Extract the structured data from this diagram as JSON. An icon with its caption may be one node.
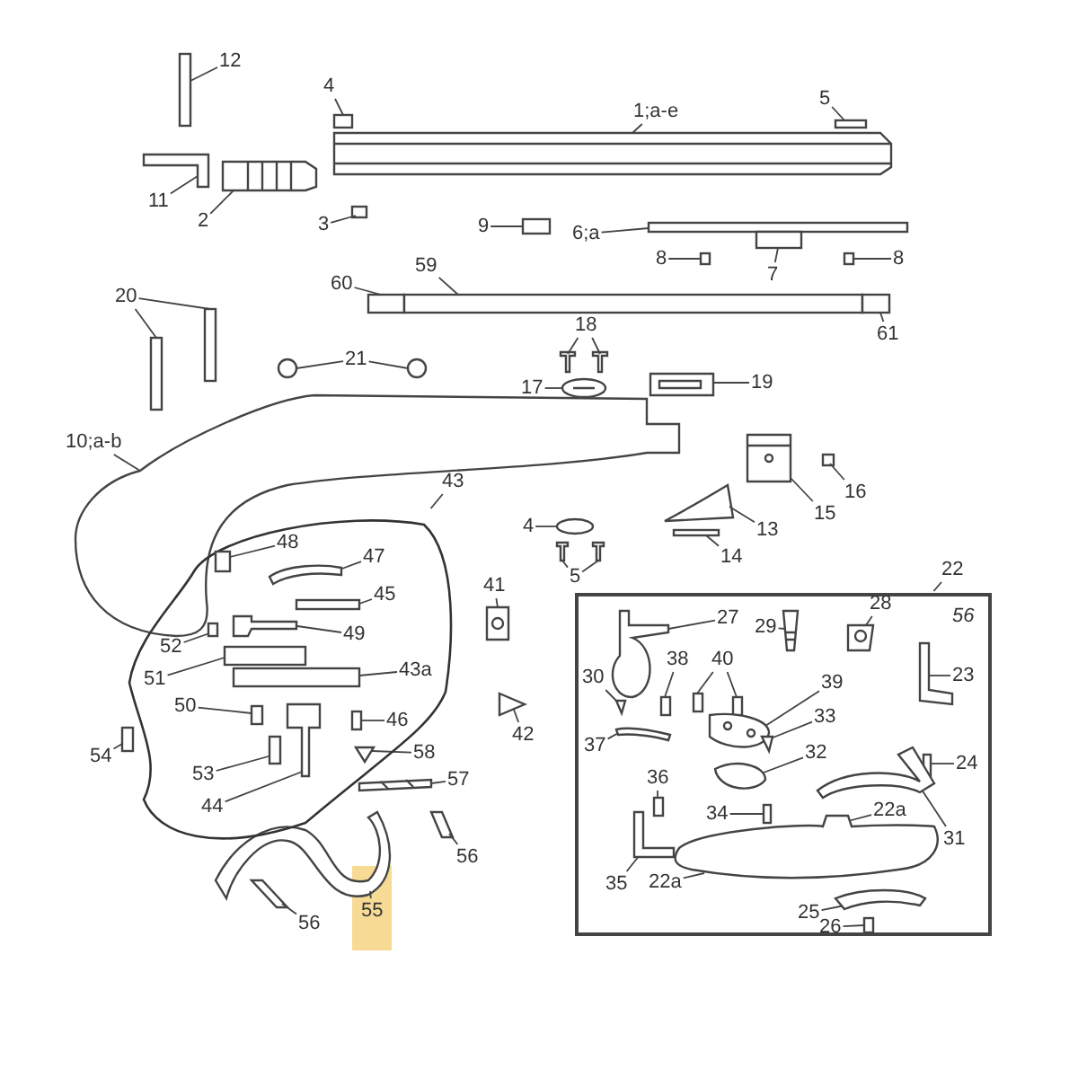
{
  "diagram": {
    "nodes": [
      {
        "text": [
          "12"
        ]
      },
      {
        "text": [
          "4"
        ]
      },
      {
        "text": [
          "1;a-e"
        ]
      },
      {
        "text": [
          "5"
        ]
      },
      {
        "text": [
          "11"
        ]
      },
      {
        "text": [
          "2"
        ]
      },
      {
        "text": [
          "3"
        ]
      },
      {
        "text": [
          "9"
        ]
      },
      {
        "text": [
          "6;a"
        ]
      },
      {
        "text": [
          "8"
        ]
      },
      {
        "text": [
          "7"
        ]
      },
      {
        "text": [
          "8"
        ]
      },
      {
        "text": [
          "60"
        ]
      },
      {
        "text": [
          "59"
        ]
      },
      {
        "text": [
          "61"
        ]
      },
      {
        "text": [
          "20"
        ]
      },
      {
        "text": [
          "21"
        ]
      },
      {
        "text": [
          "18"
        ]
      },
      {
        "text": [
          "17"
        ]
      },
      {
        "text": [
          "19"
        ]
      },
      {
        "text": [
          "10;a-b"
        ]
      },
      {
        "text": [
          "16"
        ]
      },
      {
        "text": [
          "15"
        ]
      },
      {
        "text": [
          "13"
        ]
      },
      {
        "text": [
          "14"
        ]
      },
      {
        "text": [
          "4"
        ]
      },
      {
        "text": [
          "5"
        ]
      },
      {
        "text": [
          "43"
        ]
      },
      {
        "text": [],
        "shape": "blob"
      },
      {
        "text": [
          "48"
        ],
        "in": 28
      },
      {
        "text": [
          "47"
        ],
        "in": 28
      },
      {
        "text": [
          "45"
        ],
        "in": 28
      },
      {
        "text": [
          "49"
        ],
        "in": 28
      },
      {
        "text": [
          "52"
        ],
        "in": 28
      },
      {
        "text": [
          "51"
        ],
        "in": 28
      },
      {
        "text": [
          "43a"
        ],
        "in": 28
      },
      {
        "text": [
          "50"
        ],
        "in": 28
      },
      {
        "text": [
          "46"
        ],
        "in": 28
      },
      {
        "text": [
          "53"
        ],
        "in": 28
      },
      {
        "text": [
          "44"
        ],
        "in": 28
      },
      {
        "text": [
          "41"
        ]
      },
      {
        "text": [
          "42"
        ]
      },
      {
        "text": [
          "54"
        ]
      },
      {
        "text": [
          "58"
        ]
      },
      {
        "text": [
          "57"
        ]
      },
      {
        "text": [
          "56"
        ]
      },
      {
        "text": [
          "55"
        ]
      },
      {
        "text": [
          "56"
        ]
      },
      {
        "text": [
          "22"
        ]
      },
      {
        "text": [],
        "shape": "box"
      },
      {
        "text": [
          "27"
        ],
        "in": 49
      },
      {
        "text": [
          "29"
        ],
        "in": 49
      },
      {
        "text": [
          "28"
        ],
        "in": 49
      },
      {
        "text": [
          "30"
        ],
        "in": 49
      },
      {
        "text": [
          "38"
        ],
        "in": 49
      },
      {
        "text": [
          "40"
        ],
        "in": 49
      },
      {
        "text": [
          "39"
        ],
        "in": 49
      },
      {
        "text": [
          "23"
        ],
        "in": 49
      },
      {
        "text": [
          "37"
        ],
        "in": 49
      },
      {
        "text": [
          "33"
        ],
        "in": 49
      },
      {
        "text": [
          "32"
        ],
        "in": 49
      },
      {
        "text": [
          "24"
        ],
        "in": 49
      },
      {
        "text": [
          "36"
        ],
        "in": 49
      },
      {
        "text": [
          "34"
        ],
        "in": 49
      },
      {
        "text": [
          "22a"
        ],
        "in": 49
      },
      {
        "text": [
          "31"
        ],
        "in": 49
      },
      {
        "text": [
          "35"
        ],
        "in": 49
      },
      {
        "text": [
          "22a"
        ],
        "in": 49
      },
      {
        "text": [
          "25"
        ],
        "in": 49
      },
      {
        "text": [
          "26"
        ],
        "in": 49
      },
      {
        "text": [],
        "shape": "box"
      },
      {
        "text": [],
        "shape": "box"
      },
      {
        "text": [],
        "shape": "picture"
      },
      {
        "text": [],
        "shape": "box"
      },
      {
        "text": [],
        "shape": "picture"
      },
      {
        "text": [],
        "shape": "picture"
      },
      {
        "text": [],
        "shape": "box"
      },
      {
        "text": [],
        "shape": "box"
      },
      {
        "text": [],
        "shape": "box"
      },
      {
        "text": [],
        "shape": "box"
      },
      {
        "text": [],
        "shape": "box"
      },
      {
        "text": [],
        "shape": "box"
      },
      {
        "text": [],
        "shape": "box"
      },
      {
        "text": [],
        "shape": "box"
      },
      {
        "text": [],
        "shape": "box"
      },
      {
        "text": [],
        "shape": "box"
      },
      {
        "text": [],
        "shape": "box"
      },
      {
        "text": [],
        "shape": "circle"
      },
      {
        "text": [],
        "shape": "circle"
      },
      {
        "text": [],
        "shape": "picture"
      },
      {
        "text": [],
        "shape": "picture"
      },
      {
        "text": [],
        "shape": "picture"
      },
      {
        "text": [],
        "shape": "picture"
      },
      {
        "text": [],
        "shape": "picture"
      },
      {
        "text": [],
        "shape": "box"
      },
      {
        "text": [],
        "shape": "picture"
      },
      {
        "text": [],
        "shape": "picture"
      },
      {
        "text": [],
        "shape": "box"
      },
      {
        "text": [],
        "shape": "picture"
      },
      {
        "text": [],
        "shape": "picture"
      },
      {
        "text": [],
        "shape": "picture"
      },
      {
        "text": [],
        "shape": "box",
        "in": 28
      },
      {
        "text": [],
        "shape": "picture",
        "in": 28
      },
      {
        "text": [],
        "shape": "box",
        "in": 28
      },
      {
        "text": [],
        "shape": "picture",
        "in": 28
      },
      {
        "text": [],
        "shape": "box",
        "in": 28
      },
      {
        "text": [],
        "shape": "box",
        "in": 28
      },
      {
        "text": [],
        "shape": "box",
        "in": 28
      },
      {
        "text": [],
        "shape": "box",
        "in": 28
      },
      {
        "text": [],
        "shape": "box",
        "in": 28
      },
      {
        "text": [],
        "shape": "box",
        "in": 28
      },
      {
        "text": [],
        "shape": "picture",
        "in": 28
      },
      {
        "text": [],
        "shape": "picture"
      },
      {
        "text": [],
        "shape": "picture"
      },
      {
        "text": [],
        "shape": "box"
      },
      {
        "text": [],
        "shape": "picture",
        "in": 28
      },
      {
        "text": [],
        "shape": "picture"
      },
      {
        "text": [],
        "shape": "picture"
      },
      {
        "text": [],
        "shape": "picture"
      },
      {
        "text": [],
        "shape": "picture"
      },
      {
        "text": [],
        "shape": "picture",
        "in": 49
      },
      {
        "text": [],
        "shape": "picture",
        "in": 49
      },
      {
        "text": [],
        "shape": "picture",
        "in": 49
      },
      {
        "text": [],
        "shape": "picture",
        "in": 49
      },
      {
        "text": [],
        "shape": "box",
        "in": 49
      },
      {
        "text": [],
        "shape": "box",
        "in": 49
      },
      {
        "text": [],
        "shape": "box",
        "in": 49
      },
      {
        "text": [],
        "shape": "picture",
        "in": 49
      },
      {
        "text": [],
        "shape": "picture",
        "in": 49
      },
      {
        "text": [],
        "shape": "picture",
        "in": 49
      },
      {
        "text": [],
        "shape": "picture",
        "in": 49
      },
      {
        "text": [],
        "shape": "picture",
        "in": 49
      },
      {
        "text": [],
        "shape": "box",
        "in": 49
      },
      {
        "text": [],
        "shape": "box",
        "in": 49
      },
      {
        "text": [],
        "shape": "box",
        "in": 49
      },
      {
        "text": [],
        "shape": "picture",
        "in": 49
      },
      {
        "text": [],
        "shape": "picture",
        "in": 49
      },
      {
        "text": [],
        "shape": "picture",
        "in": 49
      },
      {
        "text": [],
        "shape": "picture",
        "in": 49
      },
      {
        "text": [],
        "shape": "box",
        "in": 49
      }
    ],
    "edges": [
      {
        "from": 0,
        "to": 70,
        "arrow": "none"
      },
      {
        "from": 1,
        "to": 71,
        "arrow": "none"
      },
      {
        "from": 2,
        "to": 72,
        "arrow": "none"
      },
      {
        "from": 3,
        "to": 73,
        "arrow": "none"
      },
      {
        "from": 4,
        "to": 74,
        "arrow": "none"
      },
      {
        "from": 5,
        "to": 75,
        "arrow": "none"
      },
      {
        "from": 6,
        "to": 76,
        "arrow": "none"
      },
      {
        "from": 7,
        "to": 77,
        "arrow": "none"
      },
      {
        "from": 8,
        "to": 78,
        "arrow": "none"
      },
      {
        "from": 9,
        "to": 79,
        "arrow": "none"
      },
      {
        "from": 10,
        "to": 80,
        "arrow": "none"
      },
      {
        "from": 11,
        "to": 81,
        "arrow": "none"
      },
      {
        "from": 12,
        "to": 82,
        "arrow": "none"
      },
      {
        "from": 13,
        "to": 83,
        "arrow": "none"
      },
      {
        "from": 14,
        "to": 84,
        "arrow": "none"
      },
      {
        "from": 15,
        "to": 85,
        "arrow": "none"
      },
      {
        "from": 15,
        "to": 86,
        "arrow": "none"
      },
      {
        "from": 16,
        "to": 87,
        "arrow": "none"
      },
      {
        "from": 16,
        "to": 88,
        "arrow": "none"
      },
      {
        "from": 17,
        "to": 89,
        "arrow": "none"
      },
      {
        "from": 17,
        "to": 90,
        "arrow": "none"
      },
      {
        "from": 18,
        "to": 91,
        "arrow": "none"
      },
      {
        "from": 19,
        "to": 92,
        "arrow": "none"
      },
      {
        "from": 20,
        "to": 93,
        "arrow": "none"
      },
      {
        "from": 21,
        "to": 94,
        "arrow": "none"
      },
      {
        "from": 22,
        "to": 95,
        "arrow": "none"
      },
      {
        "from": 23,
        "to": 96,
        "arrow": "none"
      },
      {
        "from": 24,
        "to": 97,
        "arrow": "none"
      },
      {
        "from": 25,
        "to": 98,
        "arrow": "none"
      },
      {
        "from": 26,
        "to": 99,
        "arrow": "none"
      },
      {
        "from": 26,
        "to": 100,
        "arrow": "none"
      },
      {
        "from": 27,
        "to": 28,
        "arrow": "none"
      },
      {
        "from": 29,
        "to": 101,
        "arrow": "none"
      },
      {
        "from": 30,
        "to": 102,
        "arrow": "none"
      },
      {
        "from": 31,
        "to": 103,
        "arrow": "none"
      },
      {
        "from": 32,
        "to": 104,
        "arrow": "none"
      },
      {
        "from": 33,
        "to": 105,
        "arrow": "none"
      },
      {
        "from": 34,
        "to": 106,
        "arrow": "none"
      },
      {
        "from": 35,
        "to": 107,
        "arrow": "none"
      },
      {
        "from": 36,
        "to": 108,
        "arrow": "none"
      },
      {
        "from": 37,
        "to": 109,
        "arrow": "none"
      },
      {
        "from": 38,
        "to": 110,
        "arrow": "none"
      },
      {
        "from": 39,
        "to": 111,
        "arrow": "none"
      },
      {
        "from": 40,
        "to": 112,
        "arrow": "none"
      },
      {
        "from": 41,
        "to": 113,
        "arrow": "none"
      },
      {
        "from": 42,
        "to": 114,
        "arrow": "none"
      },
      {
        "from": 43,
        "to": 115,
        "arrow": "none"
      },
      {
        "from": 44,
        "to": 116,
        "arrow": "none"
      },
      {
        "from": 45,
        "to": 117,
        "arrow": "none"
      },
      {
        "from": 46,
        "to": 118,
        "arrow": "none"
      },
      {
        "from": 47,
        "to": 119,
        "arrow": "none"
      },
      {
        "from": 48,
        "to": 49,
        "arrow": "none"
      },
      {
        "from": 50,
        "to": 120,
        "arrow": "none"
      },
      {
        "from": 51,
        "to": 121,
        "arrow": "none"
      },
      {
        "from": 52,
        "to": 122,
        "arrow": "none"
      },
      {
        "from": 53,
        "to": 123,
        "arrow": "none"
      },
      {
        "from": 54,
        "to": 124,
        "arrow": "none"
      },
      {
        "from": 55,
        "to": 125,
        "arrow": "none"
      },
      {
        "from": 55,
        "to": 126,
        "arrow": "none"
      },
      {
        "from": 56,
        "to": 127,
        "arrow": "none"
      },
      {
        "from": 57,
        "to": 128,
        "arrow": "none"
      },
      {
        "from": 58,
        "to": 129,
        "arrow": "none"
      },
      {
        "from": 59,
        "to": 130,
        "arrow": "none"
      },
      {
        "from": 60,
        "to": 131,
        "arrow": "none"
      },
      {
        "from": 61,
        "to": 132,
        "arrow": "none"
      },
      {
        "from": 62,
        "to": 133,
        "arrow": "none"
      },
      {
        "from": 63,
        "to": 134,
        "arrow": "none"
      },
      {
        "from": 64,
        "to": 135,
        "arrow": "none"
      },
      {
        "from": 65,
        "to": 136,
        "arrow": "none"
      },
      {
        "from": 66,
        "to": 137,
        "arrow": "none"
      },
      {
        "from": 67,
        "to": 135,
        "arrow": "none"
      },
      {
        "from": 68,
        "to": 138,
        "arrow": "none"
      },
      {
        "from": 69,
        "to": 139,
        "arrow": "none"
      }
    ],
    "labels": [
      "56"
    ]
  }
}
